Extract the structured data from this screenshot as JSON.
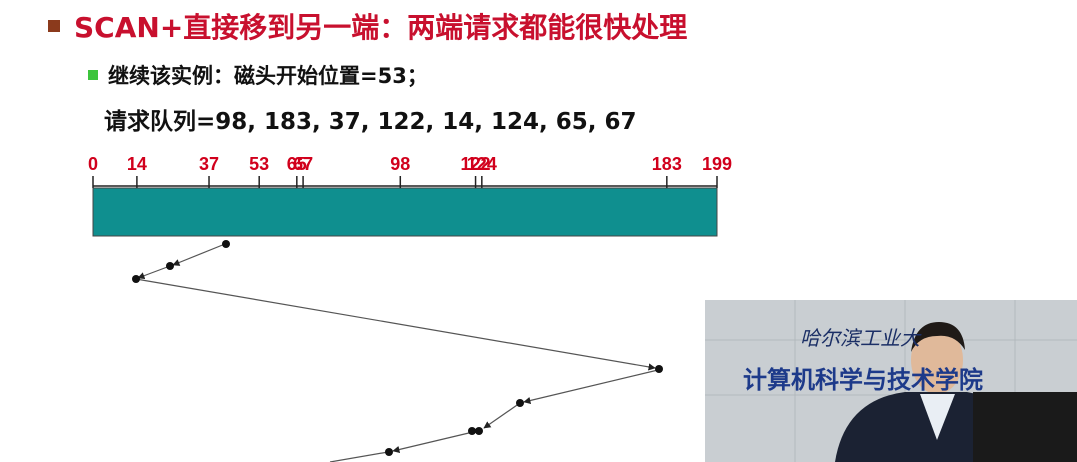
{
  "slide": {
    "title": "SCAN+直接移到另一端：两端请求都能很快处理",
    "subtitle": "继续该实例：磁头开始位置=53；",
    "queue_line": "请求队列=98, 183, 37, 122, 14, 124, 65, 67"
  },
  "track_labels": [
    "0",
    "14",
    "37",
    "53",
    "65",
    "67",
    "98",
    "122",
    "124",
    "183",
    "199"
  ],
  "video": {
    "school_text": "哈尔滨工业大",
    "dept_text": "计算机科学与技术学院"
  },
  "colors": {
    "title": "#c8102e",
    "track_bar": "#0f8f8f",
    "tick_label": "#d1001c"
  }
}
